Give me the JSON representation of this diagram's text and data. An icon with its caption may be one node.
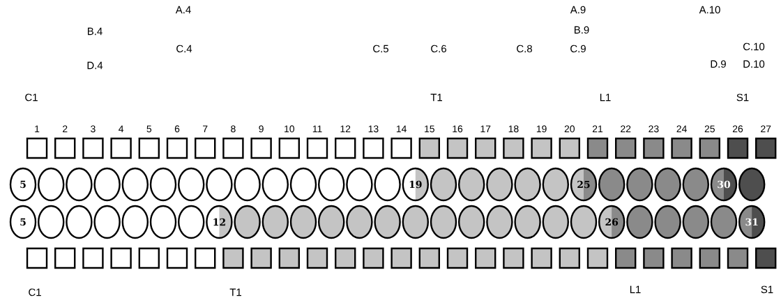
{
  "diagram": {
    "nodes": [
      {
        "text": [],
        "shape": "box",
        "beside": [
          "1"
        ]
      },
      {
        "text": [],
        "shape": "box",
        "beside": [
          "2"
        ]
      },
      {
        "text": [],
        "shape": "box",
        "beside": [
          "3"
        ]
      },
      {
        "text": [],
        "shape": "box",
        "beside": [
          "4"
        ]
      },
      {
        "text": [],
        "shape": "box",
        "beside": [
          "5"
        ]
      },
      {
        "text": [],
        "shape": "box",
        "beside": [
          "6"
        ]
      },
      {
        "text": [],
        "shape": "box",
        "beside": [
          "7"
        ]
      },
      {
        "text": [],
        "shape": "box",
        "beside": [
          "8"
        ]
      },
      {
        "text": [],
        "shape": "box",
        "beside": [
          "9"
        ]
      },
      {
        "text": [],
        "shape": "box",
        "beside": [
          "10"
        ]
      },
      {
        "text": [],
        "shape": "box",
        "beside": [
          "11"
        ]
      },
      {
        "text": [],
        "shape": "box",
        "beside": [
          "12"
        ]
      },
      {
        "text": [],
        "shape": "box",
        "beside": [
          "13"
        ]
      },
      {
        "text": [],
        "shape": "box",
        "beside": [
          "14"
        ]
      },
      {
        "text": [],
        "shape": "box",
        "beside": [
          "15"
        ]
      },
      {
        "text": [],
        "shape": "box",
        "beside": [
          "16"
        ]
      },
      {
        "text": [],
        "shape": "box",
        "beside": [
          "17"
        ]
      },
      {
        "text": [],
        "shape": "box",
        "beside": [
          "18"
        ]
      },
      {
        "text": [],
        "shape": "box",
        "beside": [
          "19"
        ]
      },
      {
        "text": [],
        "shape": "box",
        "beside": [
          "20"
        ]
      },
      {
        "text": [],
        "shape": "box",
        "beside": [
          "21"
        ]
      },
      {
        "text": [],
        "shape": "box",
        "beside": [
          "22"
        ]
      },
      {
        "text": [],
        "shape": "box",
        "beside": [
          "23"
        ]
      },
      {
        "text": [],
        "shape": "box",
        "beside": [
          "24"
        ]
      },
      {
        "text": [],
        "shape": "box",
        "beside": [
          "25"
        ]
      },
      {
        "text": [],
        "shape": "box",
        "beside": [
          "26"
        ]
      },
      {
        "text": [],
        "shape": "box",
        "beside": [
          "27"
        ]
      },
      {
        "text": [
          "5"
        ]
      },
      {
        "text": [],
        "shape": "circle"
      },
      {
        "text": [],
        "shape": "circle"
      },
      {
        "text": [],
        "shape": "circle"
      },
      {
        "text": [],
        "shape": "circle"
      },
      {
        "text": [],
        "shape": "circle"
      },
      {
        "text": [],
        "shape": "circle"
      },
      {
        "text": [],
        "shape": "circle"
      },
      {
        "text": [],
        "shape": "circle"
      },
      {
        "text": [],
        "shape": "circle"
      },
      {
        "text": [],
        "shape": "circle"
      },
      {
        "text": [],
        "shape": "circle"
      },
      {
        "text": [],
        "shape": "circle"
      },
      {
        "text": [],
        "shape": "circle"
      },
      {
        "text": [
          "19"
        ]
      },
      {
        "text": [],
        "shape": "circle"
      },
      {
        "text": [],
        "shape": "circle"
      },
      {
        "text": [],
        "shape": "circle"
      },
      {
        "text": [],
        "shape": "circle"
      },
      {
        "text": [],
        "shape": "circle"
      },
      {
        "text": [
          "25"
        ]
      },
      {
        "text": [],
        "shape": "circle"
      },
      {
        "text": [],
        "shape": "circle"
      },
      {
        "text": [],
        "shape": "circle"
      },
      {
        "text": [],
        "shape": "circle"
      },
      {
        "text": [
          "30"
        ]
      },
      {
        "text": [],
        "shape": "circle"
      },
      {
        "text": [
          "5"
        ]
      },
      {
        "text": [],
        "shape": "circle"
      },
      {
        "text": [],
        "shape": "circle"
      },
      {
        "text": [],
        "shape": "circle"
      },
      {
        "text": [],
        "shape": "circle"
      },
      {
        "text": [],
        "shape": "circle"
      },
      {
        "text": [],
        "shape": "circle"
      },
      {
        "text": [
          "12"
        ]
      },
      {
        "text": [],
        "shape": "circle"
      },
      {
        "text": [],
        "shape": "circle"
      },
      {
        "text": [],
        "shape": "circle"
      },
      {
        "text": [],
        "shape": "circle"
      },
      {
        "text": [],
        "shape": "circle"
      },
      {
        "text": [],
        "shape": "circle"
      },
      {
        "text": [],
        "shape": "circle"
      },
      {
        "text": [],
        "shape": "circle"
      },
      {
        "text": [],
        "shape": "circle"
      },
      {
        "text": [],
        "shape": "circle"
      },
      {
        "text": [],
        "shape": "circle"
      },
      {
        "text": [],
        "shape": "circle"
      },
      {
        "text": [],
        "shape": "circle"
      },
      {
        "text": [
          "26"
        ]
      },
      {
        "text": [],
        "shape": "circle"
      },
      {
        "text": [],
        "shape": "circle"
      },
      {
        "text": [],
        "shape": "circle"
      },
      {
        "text": [],
        "shape": "circle"
      },
      {
        "text": [
          "31"
        ]
      },
      {
        "text": [],
        "shape": "box"
      },
      {
        "text": [],
        "shape": "box"
      },
      {
        "text": [],
        "shape": "box"
      },
      {
        "text": [],
        "shape": "box"
      },
      {
        "text": [],
        "shape": "box"
      },
      {
        "text": [],
        "shape": "box"
      },
      {
        "text": [],
        "shape": "box"
      },
      {
        "text": [],
        "shape": "box"
      },
      {
        "text": [],
        "shape": "box"
      },
      {
        "text": [],
        "shape": "box"
      },
      {
        "text": [],
        "shape": "box"
      },
      {
        "text": [],
        "shape": "box"
      },
      {
        "text": [],
        "shape": "box"
      },
      {
        "text": [],
        "shape": "box"
      },
      {
        "text": [],
        "shape": "box"
      },
      {
        "text": [],
        "shape": "box"
      },
      {
        "text": [],
        "shape": "box"
      },
      {
        "text": [],
        "shape": "box"
      },
      {
        "text": [],
        "shape": "box"
      },
      {
        "text": [],
        "shape": "box"
      },
      {
        "text": [],
        "shape": "box"
      },
      {
        "text": [],
        "shape": "box"
      },
      {
        "text": [],
        "shape": "box"
      },
      {
        "text": [],
        "shape": "box"
      },
      {
        "text": [],
        "shape": "box"
      },
      {
        "text": [],
        "shape": "box"
      },
      {
        "text": [],
        "shape": "box"
      }
    ],
    "labels": [
      "A.4",
      "A.9",
      "A.10",
      "B.4",
      "B.9",
      "C.4",
      "C.5",
      "C.6",
      "C.8",
      "C.9",
      "C.10",
      "D.4",
      "D.9",
      "D.10",
      "C1",
      "T1",
      "L1",
      "S1",
      "C1",
      "T1",
      "L1",
      "S1"
    ]
  }
}
